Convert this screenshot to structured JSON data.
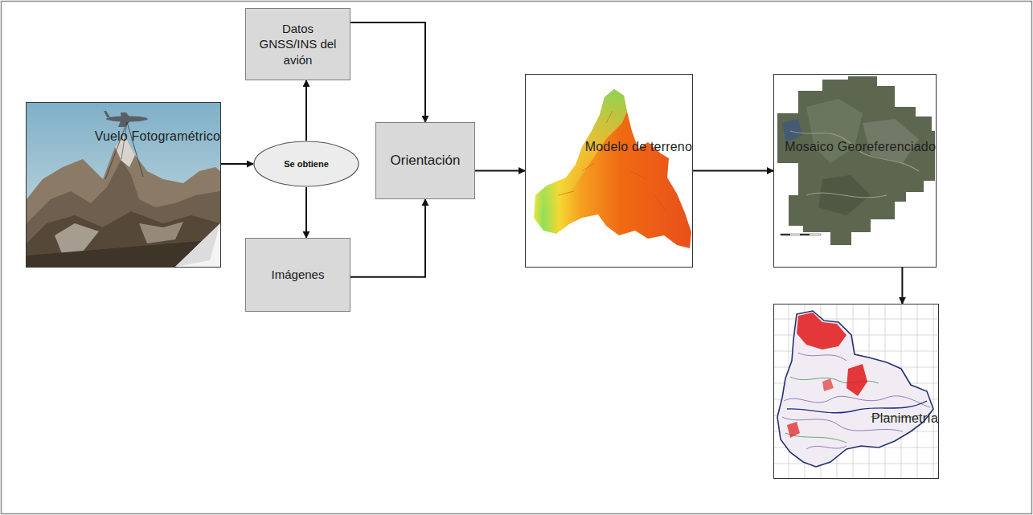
{
  "diagram": {
    "nodes": [
      {
        "text": [
          "Vuelo Fotogramétrico"
        ]
      },
      {
        "text": [
          "Se obtiene"
        ]
      },
      {
        "text": [
          "Datos GNSS/INS del avión"
        ]
      },
      {
        "text": [
          "Imágenes"
        ]
      },
      {
        "text": [
          "Orientación"
        ]
      },
      {
        "text": [
          "Modelo de terreno"
        ]
      },
      {
        "text": [
          "Mosaico Georeferenciado"
        ]
      },
      {
        "text": [
          "Planimetría"
        ]
      }
    ],
    "edges": [
      {
        "from": 0,
        "to": 1,
        "arrow": "to"
      },
      {
        "from": 1,
        "to": 2,
        "arrow": "to"
      },
      {
        "from": 1,
        "to": 3,
        "arrow": "to"
      },
      {
        "from": 2,
        "to": 4,
        "arrow": "to"
      },
      {
        "from": 3,
        "to": 4,
        "arrow": "to"
      },
      {
        "from": 4,
        "to": 5,
        "arrow": "to"
      },
      {
        "from": 5,
        "to": 6,
        "arrow": "to"
      },
      {
        "from": 6,
        "to": 7,
        "arrow": "to"
      }
    ]
  }
}
